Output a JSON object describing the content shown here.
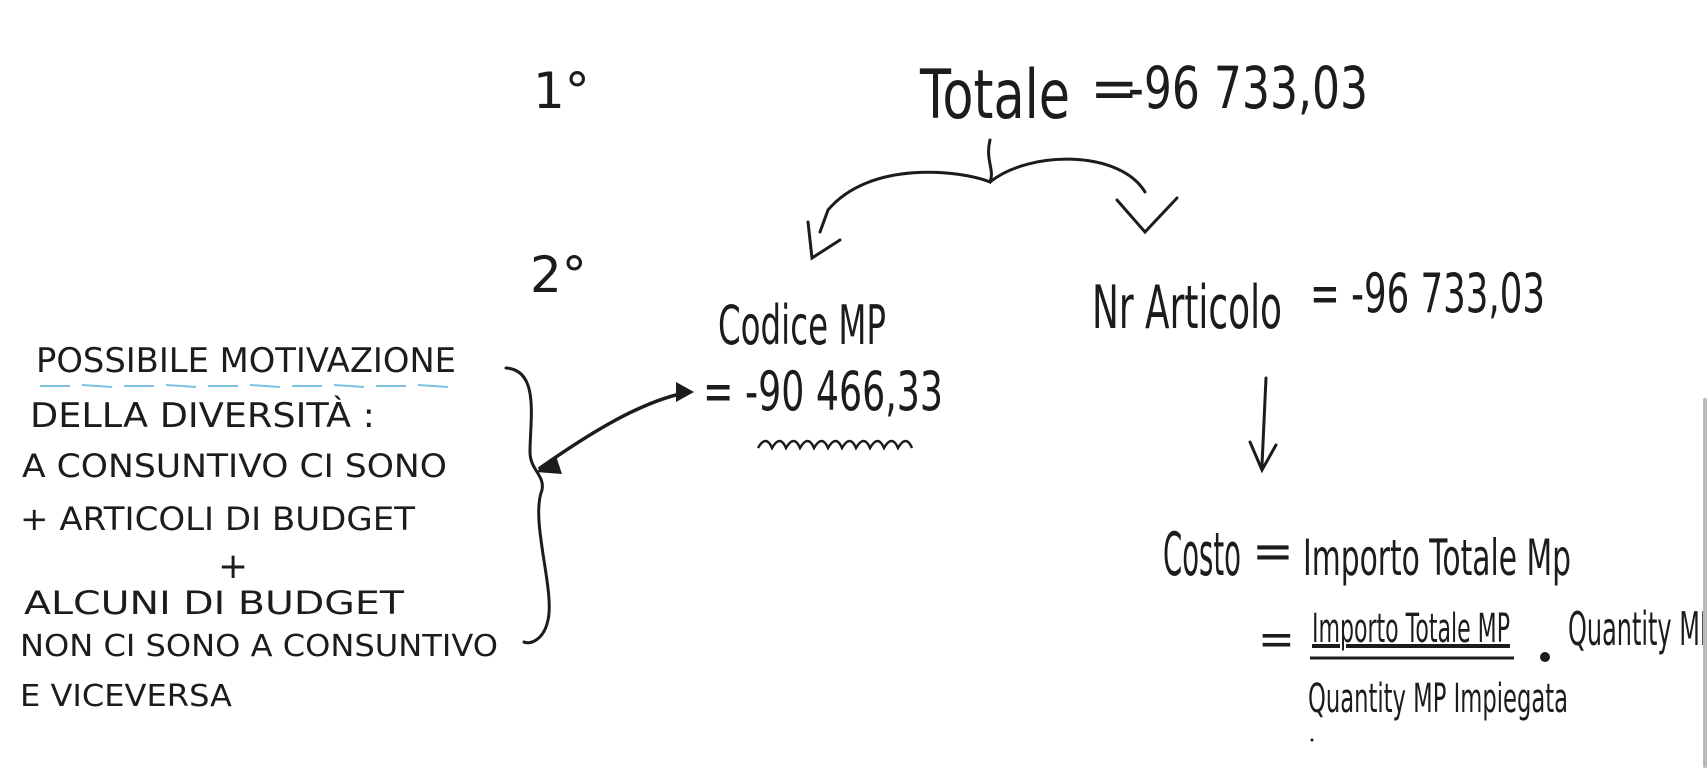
{
  "steps": {
    "first": "1°",
    "second": "2°"
  },
  "totale": {
    "label": "Totale",
    "equals": "=",
    "value": "-96 733,03"
  },
  "codice_mp": {
    "label": "Codice MP",
    "value": "= -90 466,33"
  },
  "nr_articolo": {
    "label": "Nr Articolo",
    "value": "= -96 733,03"
  },
  "costo": {
    "label": "Costo",
    "equals": "=",
    "rhs": "Importo Totale Mp",
    "eq2": "=",
    "numerator": "Importo Totale MP",
    "denominator": "Quantity MP Impiegata",
    "times": "·",
    "quantity": "Quantity MI"
  },
  "note": {
    "line1": "POSSIBILE MOTIVAZIONE",
    "line2": "DELLA DIVERSITÀ :",
    "line3": "A CONSUNTIVO CI SONO",
    "line4": "+ ARTICOLI DI BUDGET",
    "plus": "+",
    "line5": "ALCUNI DI BUDGET",
    "line6": "NON CI SONO A CONSUNTIVO",
    "line7": "E VICEVERSA"
  },
  "colors": {
    "ink": "#1c1c1c",
    "underline_accent": "#7ec3e3",
    "background": "#ffffff"
  }
}
